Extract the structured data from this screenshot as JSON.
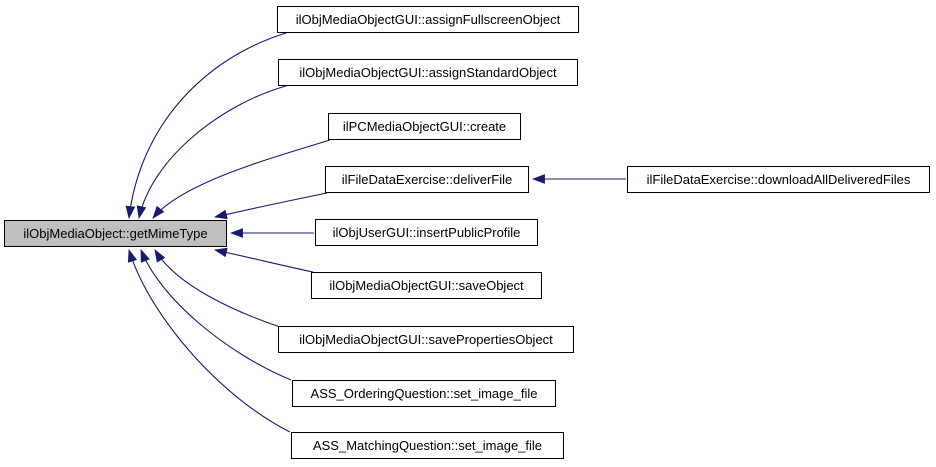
{
  "diagram": {
    "type": "doxygen-caller-graph",
    "center": {
      "label": "ilObjMediaObject::getMimeType"
    },
    "callers": [
      {
        "label": "ilObjMediaObjectGUI::assignFullscreenObject"
      },
      {
        "label": "ilObjMediaObjectGUI::assignStandardObject"
      },
      {
        "label": "ilPCMediaObjectGUI::create"
      },
      {
        "label": "ilFileDataExercise::deliverFile"
      },
      {
        "label": "ilObjUserGUI::insertPublicProfile"
      },
      {
        "label": "ilObjMediaObjectGUI::saveObject"
      },
      {
        "label": "ilObjMediaObjectGUI::savePropertiesObject"
      },
      {
        "label": "ASS_OrderingQuestion::set_image_file"
      },
      {
        "label": "ASS_MatchingQuestion::set_image_file"
      }
    ],
    "indirect_caller": {
      "label": "ilFileDataExercise::downloadAllDeliveredFiles"
    },
    "colors": {
      "edge": "#191970",
      "node_border": "#000000",
      "node_fill": "#ffffff",
      "center_fill": "#bfbfbf",
      "background": "#ffffff"
    }
  }
}
